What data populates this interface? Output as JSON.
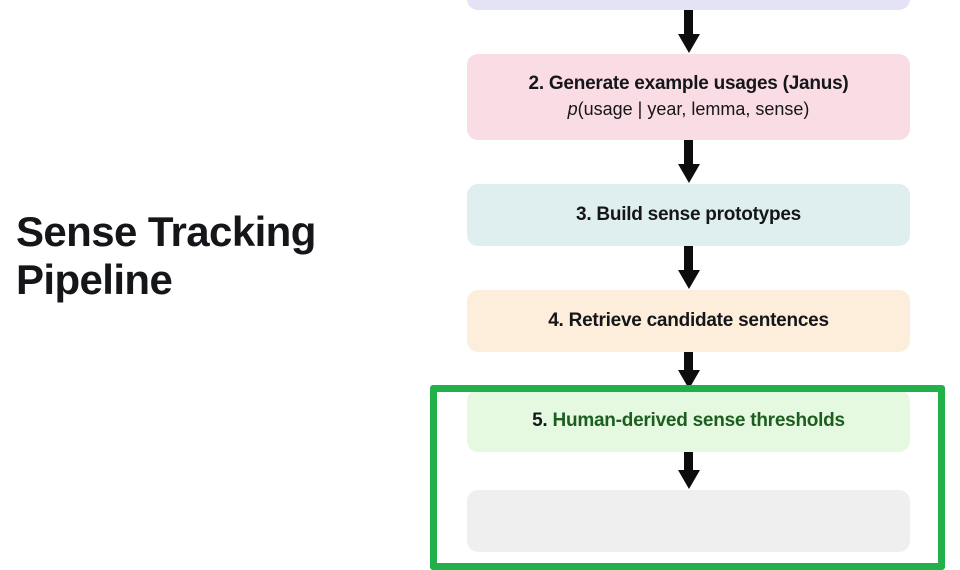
{
  "heading": {
    "line1": "Sense Tracking",
    "line2": "Pipeline"
  },
  "colors": {
    "accent_green": "#22b04a",
    "node_lavender": "#e4e2f5",
    "node_pink": "#fadce4",
    "node_teal": "#dfeeee",
    "node_peach": "#fdeedc",
    "node_green": "#e5f9e0",
    "node_gray": "#efeff0",
    "arrow": "#0d0d0d",
    "text": "#15161a",
    "text_green": "#1d5d20"
  },
  "flow": {
    "steps": [
      {
        "id": "step-1",
        "title": "",
        "subtitle": "",
        "color": "node_lavender",
        "note": "clipped above top edge of frame"
      },
      {
        "id": "step-2",
        "title": "2. Generate example usages (Janus)",
        "subtitle_italic": "p",
        "subtitle_rest": "(usage | year, lemma, sense)",
        "color": "node_pink"
      },
      {
        "id": "step-3",
        "title": "3. Build sense prototypes",
        "subtitle": "",
        "color": "node_teal"
      },
      {
        "id": "step-4",
        "title": "4. Retrieve candidate sentences",
        "subtitle": "",
        "color": "node_peach"
      },
      {
        "id": "step-5",
        "index": "5.",
        "title": " Human-derived sense thresholds",
        "subtitle": "",
        "color": "node_green",
        "highlighted": true
      },
      {
        "id": "step-6",
        "title": "",
        "subtitle": "",
        "color": "node_gray",
        "note": "clipped below bottom edge of frame"
      }
    ]
  }
}
